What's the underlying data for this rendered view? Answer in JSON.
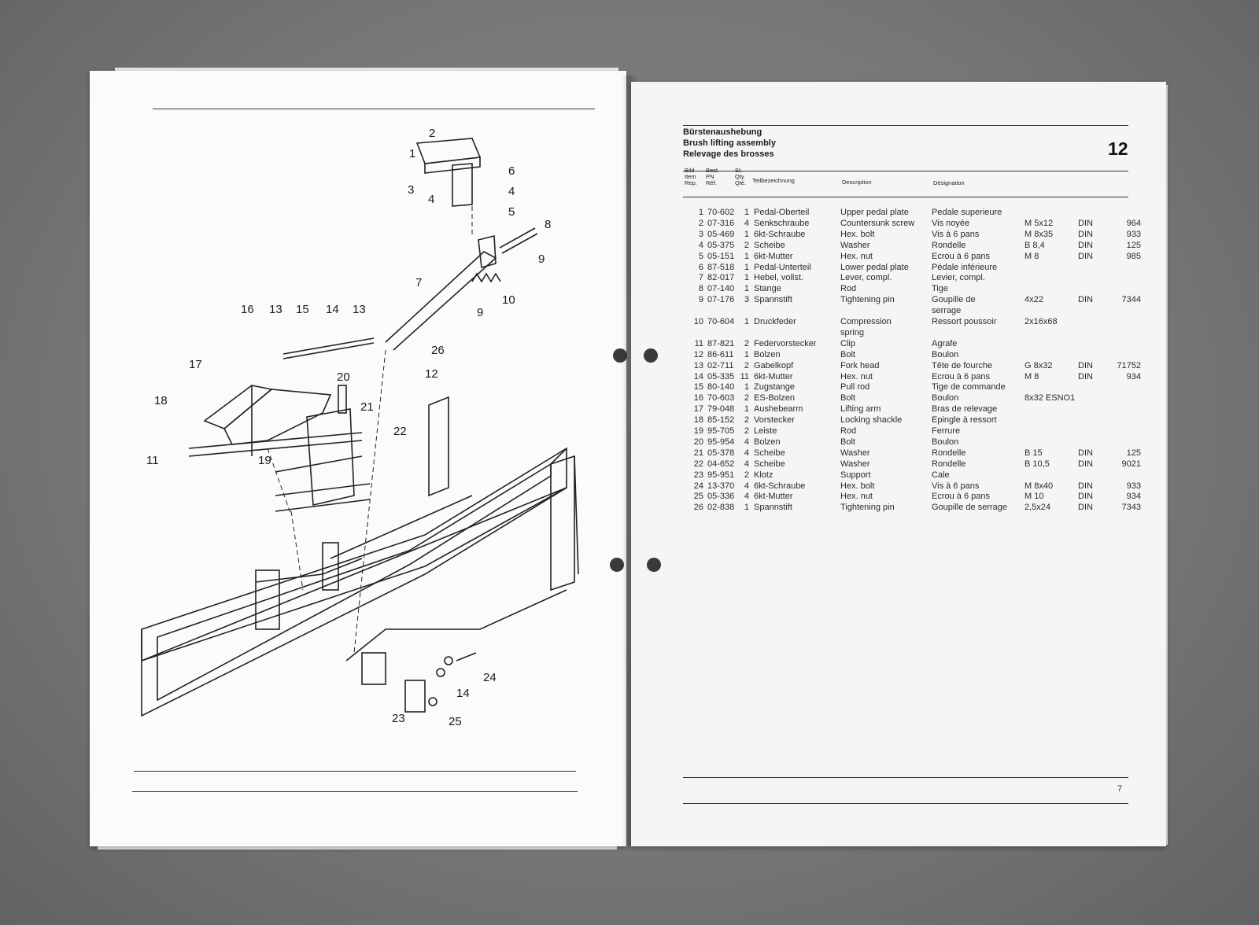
{
  "document": {
    "heading_de": "Bürstenaushebung",
    "heading_en": "Brush lifting assembly",
    "heading_fr": "Relevage des brosses",
    "section_number": "12",
    "page_folio": "7",
    "col_item": "Bild\nItem\nRep.",
    "col_pn": "Best.\nPN\nRéf.",
    "col_qty": "St.\nQty.\nQté.",
    "col_de": "Teilbezeichnung",
    "col_en": "Description",
    "col_fr": "Désignation"
  },
  "parts": [
    {
      "item": "1",
      "pn": "70-602",
      "qty": "1",
      "de": "Pedal-Oberteil",
      "en": "Upper pedal plate",
      "fr": "Pedale superieure",
      "spec": "",
      "din": "",
      "num": ""
    },
    {
      "item": "2",
      "pn": "07-316",
      "qty": "4",
      "de": "Senkschraube",
      "en": "Countersunk screw",
      "fr": "Vis noyée",
      "spec": "M 5x12",
      "din": "DIN",
      "num": "964"
    },
    {
      "item": "3",
      "pn": "05-469",
      "qty": "1",
      "de": "6kt-Schraube",
      "en": "Hex. bolt",
      "fr": "Vis à 6 pans",
      "spec": "M 8x35",
      "din": "DIN",
      "num": "933"
    },
    {
      "item": "4",
      "pn": "05-375",
      "qty": "2",
      "de": "Scheibe",
      "en": "Washer",
      "fr": "Rondelle",
      "spec": "B 8,4",
      "din": "DIN",
      "num": "125"
    },
    {
      "item": "5",
      "pn": "05-151",
      "qty": "1",
      "de": "6kt-Mutter",
      "en": "Hex. nut",
      "fr": "Ecrou à 6 pans",
      "spec": "M 8",
      "din": "DIN",
      "num": "985"
    },
    {
      "item": "6",
      "pn": "87-518",
      "qty": "1",
      "de": "Pedal-Unterteil",
      "en": "Lower pedal plate",
      "fr": "Pédale inférieure",
      "spec": "",
      "din": "",
      "num": ""
    },
    {
      "item": "7",
      "pn": "82-017",
      "qty": "1",
      "de": "Hebel, vollst.",
      "en": "Lever, compl.",
      "fr": "Levier, compl.",
      "spec": "",
      "din": "",
      "num": ""
    },
    {
      "item": "8",
      "pn": "07-140",
      "qty": "1",
      "de": "Stange",
      "en": "Rod",
      "fr": "Tige",
      "spec": "",
      "din": "",
      "num": ""
    },
    {
      "item": "9",
      "pn": "07-176",
      "qty": "3",
      "de": "Spannstift",
      "en": "Tightening pin",
      "fr": "Goupille de",
      "fr2": "serrage",
      "spec": "4x22",
      "din": "DIN",
      "num": "7344"
    },
    {
      "item": "10",
      "pn": "70-604",
      "qty": "1",
      "de": "Druckfeder",
      "en": "Compression",
      "en2": "spring",
      "fr": "Ressort poussoir",
      "spec": "2x16x68",
      "din": "",
      "num": ""
    },
    {
      "item": "11",
      "pn": "87-821",
      "qty": "2",
      "de": "Federvorstecker",
      "en": "Clip",
      "fr": "Agrafe",
      "spec": "",
      "din": "",
      "num": ""
    },
    {
      "item": "12",
      "pn": "86-611",
      "qty": "1",
      "de": "Bolzen",
      "en": "Bolt",
      "fr": "Boulon",
      "spec": "",
      "din": "",
      "num": ""
    },
    {
      "item": "13",
      "pn": "02-711",
      "qty": "2",
      "de": "Gabelkopf",
      "en": "Fork head",
      "fr": "Tête de fourche",
      "spec": "G 8x32",
      "din": "DIN",
      "num": "71752"
    },
    {
      "item": "14",
      "pn": "05-335",
      "qty": "11",
      "de": "6kt-Mutter",
      "en": "Hex. nut",
      "fr": "Ecrou à 6 pans",
      "spec": "M 8",
      "din": "DIN",
      "num": "934"
    },
    {
      "item": "15",
      "pn": "80-140",
      "qty": "1",
      "de": "Zugstange",
      "en": "Pull rod",
      "fr": "Tige de commande",
      "spec": "",
      "din": "",
      "num": ""
    },
    {
      "item": "16",
      "pn": "70-603",
      "qty": "2",
      "de": "ES-Bolzen",
      "en": "Bolt",
      "fr": "Boulon",
      "spec": "8x32 ESNO1",
      "din": "",
      "num": ""
    },
    {
      "item": "17",
      "pn": "79-048",
      "qty": "1",
      "de": "Aushebearm",
      "en": "Lifting arm",
      "fr": "Bras de relevage",
      "spec": "",
      "din": "",
      "num": ""
    },
    {
      "item": "18",
      "pn": "85-152",
      "qty": "2",
      "de": "Vorstecker",
      "en": "Locking shackle",
      "fr": "Epingle à ressort",
      "spec": "",
      "din": "",
      "num": ""
    },
    {
      "item": "19",
      "pn": "95-705",
      "qty": "2",
      "de": "Leiste",
      "en": "Rod",
      "fr": "Ferrure",
      "spec": "",
      "din": "",
      "num": ""
    },
    {
      "item": "20",
      "pn": "95-954",
      "qty": "4",
      "de": "Bolzen",
      "en": "Bolt",
      "fr": "Boulon",
      "spec": "",
      "din": "",
      "num": ""
    },
    {
      "item": "21",
      "pn": "05-378",
      "qty": "4",
      "de": "Scheibe",
      "en": "Washer",
      "fr": "Rondelle",
      "spec": "B 15",
      "din": "DIN",
      "num": "125"
    },
    {
      "item": "22",
      "pn": "04-652",
      "qty": "4",
      "de": "Scheibe",
      "en": "Washer",
      "fr": "Rondelle",
      "spec": "B 10,5",
      "din": "DIN",
      "num": "9021"
    },
    {
      "item": "23",
      "pn": "95-951",
      "qty": "2",
      "de": "Klotz",
      "en": "Support",
      "fr": "Cale",
      "spec": "",
      "din": "",
      "num": ""
    },
    {
      "item": "24",
      "pn": "13-370",
      "qty": "4",
      "de": "6kt-Schraube",
      "en": "Hex. bolt",
      "fr": "Vis à 6 pans",
      "spec": "M 8x40",
      "din": "DIN",
      "num": "933"
    },
    {
      "item": "25",
      "pn": "05-336",
      "qty": "4",
      "de": "6kt-Mutter",
      "en": "Hex. nut",
      "fr": "Ecrou à 6 pans",
      "spec": "M 10",
      "din": "DIN",
      "num": "934"
    },
    {
      "item": "26",
      "pn": "02-838",
      "qty": "1",
      "de": "Spannstift",
      "en": "Tightening pin",
      "fr": "Goupille de serrage",
      "spec": "2,5x24",
      "din": "DIN",
      "num": "7343"
    }
  ],
  "drawing_callouts": {
    "c1": "1",
    "c2": "2",
    "c3": "3",
    "c4a": "4",
    "c4b": "4",
    "c5": "5",
    "c6": "6",
    "c7": "7",
    "c8": "8",
    "c9a": "9",
    "c9b": "9",
    "c10": "10",
    "c11": "11",
    "c12": "12",
    "c13a": "13",
    "c13b": "13",
    "c14a": "14",
    "c14b": "14",
    "c15": "15",
    "c16": "16",
    "c17": "17",
    "c18": "18",
    "c19": "19",
    "c20": "20",
    "c21": "21",
    "c22": "22",
    "c23": "23",
    "c24": "24",
    "c25": "25",
    "c26": "26"
  }
}
